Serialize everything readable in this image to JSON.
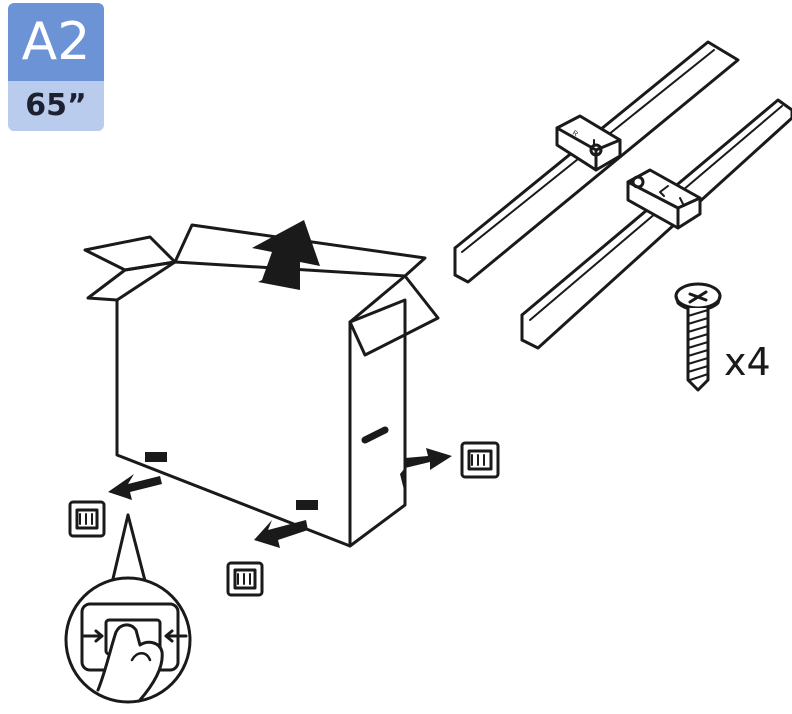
{
  "badge": {
    "model": "A2",
    "size": "65”"
  },
  "screw": {
    "quantity_label": "x4"
  },
  "colors": {
    "badge_primary": "#6b93d6",
    "badge_secondary": "#b9ccee",
    "line": "#1a1a1a"
  }
}
